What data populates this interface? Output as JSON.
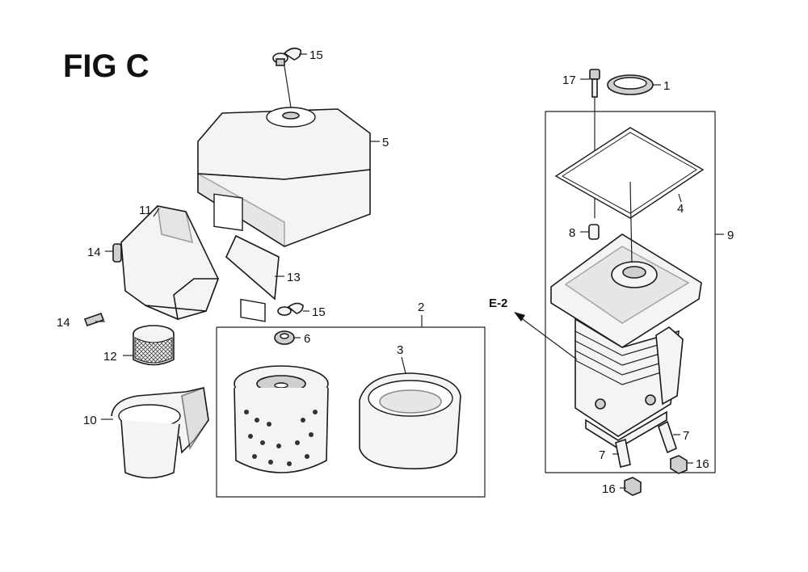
{
  "figure": {
    "title": "FIG C"
  },
  "ref_label": "E-2",
  "callouts": [
    "15",
    "5",
    "11",
    "14",
    "13",
    "15",
    "6",
    "2",
    "3",
    "12",
    "14",
    "10",
    "17",
    "1",
    "4",
    "9",
    "8",
    "7",
    "7",
    "16",
    "16"
  ]
}
